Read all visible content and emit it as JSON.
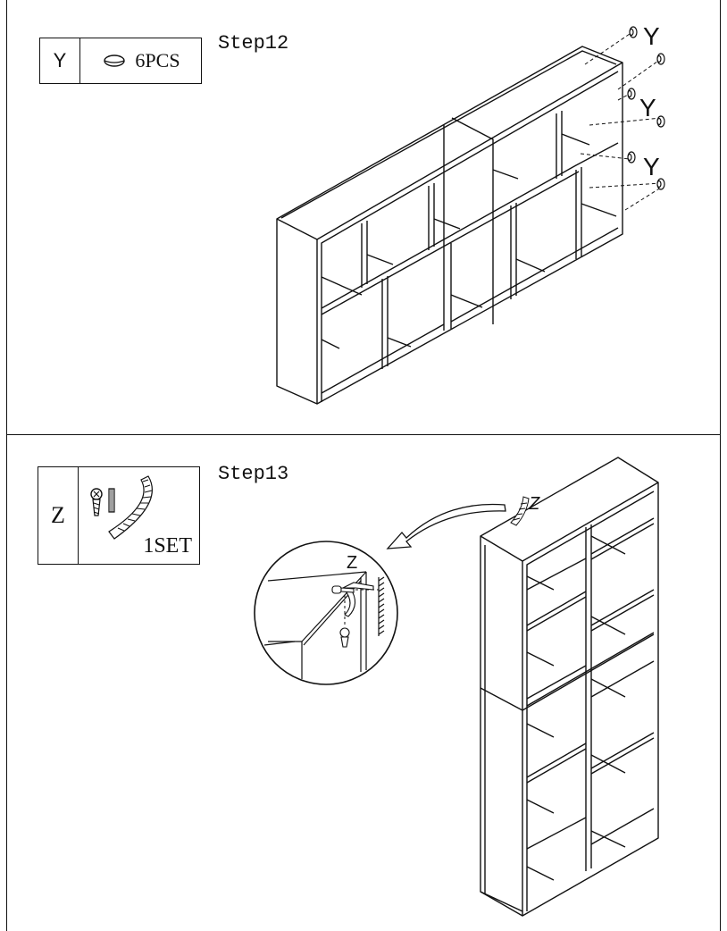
{
  "step12": {
    "step_label": "Step12",
    "part": {
      "letter": "Y",
      "quantity": "6PCS",
      "icon": "cam-lock-cover-icon"
    },
    "callout_labels": [
      "Y",
      "Y",
      "Y"
    ]
  },
  "step13": {
    "step_label": "Step13",
    "part": {
      "letter": "Z",
      "quantity": "1SET",
      "icon": "anti-tip-kit-icon"
    },
    "callout_label_top": "Z",
    "callout_label_detail": "Z"
  }
}
